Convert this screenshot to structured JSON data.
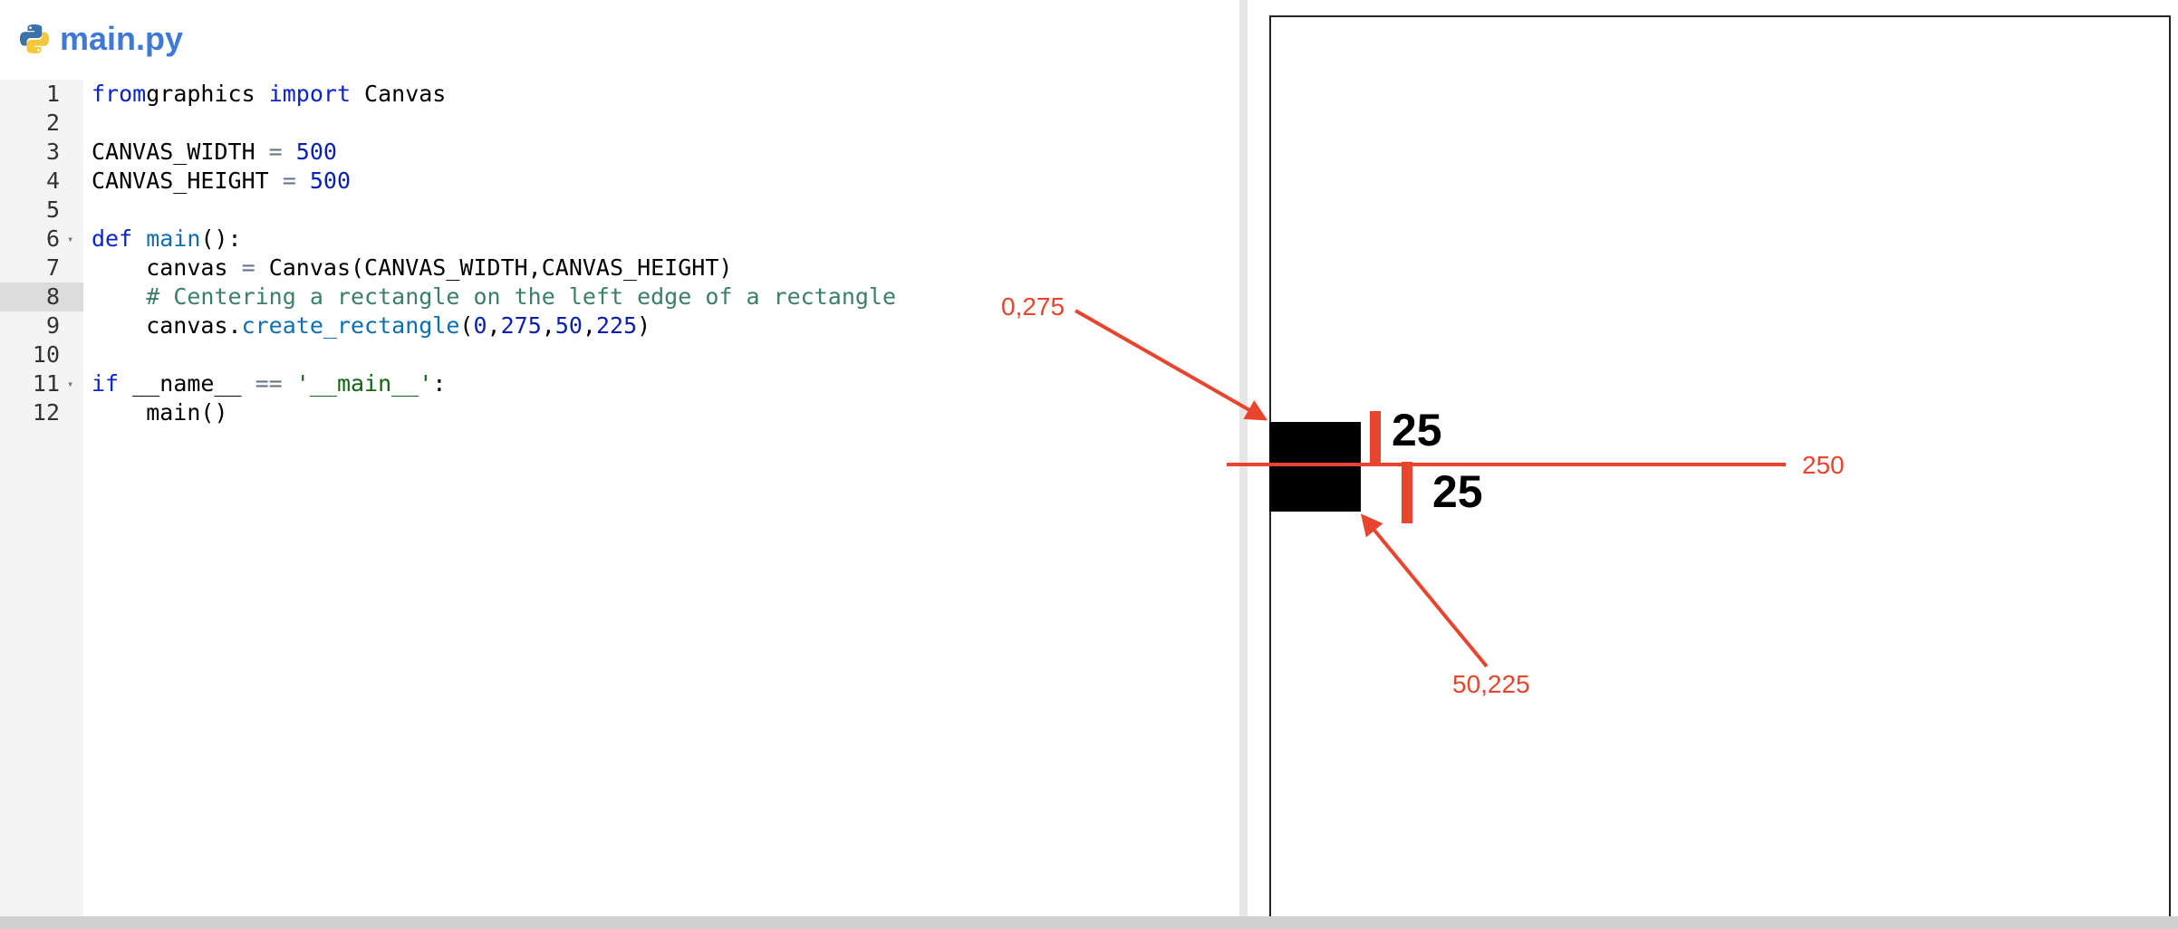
{
  "file_title": "main.py",
  "icons": {
    "file_icon": "python-logo"
  },
  "code_lines": [
    {
      "number": "1",
      "fold": "",
      "active": false,
      "tokens": [
        [
          "kw",
          "from"
        ],
        [
          "",
          "graphics "
        ],
        [
          "kw",
          "import"
        ],
        [
          "",
          " Canvas"
        ]
      ]
    },
    {
      "number": "2",
      "fold": "",
      "active": false,
      "tokens": []
    },
    {
      "number": "3",
      "fold": "",
      "active": false,
      "tokens": [
        [
          "",
          "CANVAS_WIDTH "
        ],
        [
          "op",
          "="
        ],
        [
          "",
          " "
        ],
        [
          "num",
          "500"
        ]
      ]
    },
    {
      "number": "4",
      "fold": "",
      "active": false,
      "tokens": [
        [
          "",
          "CANVAS_HEIGHT "
        ],
        [
          "op",
          "="
        ],
        [
          "",
          " "
        ],
        [
          "num",
          "500"
        ]
      ]
    },
    {
      "number": "5",
      "fold": "",
      "active": false,
      "tokens": []
    },
    {
      "number": "6",
      "fold": "▾",
      "active": false,
      "tokens": [
        [
          "kw",
          "def"
        ],
        [
          "",
          " "
        ],
        [
          "fn",
          "main"
        ],
        [
          "",
          "():"
        ]
      ]
    },
    {
      "number": "7",
      "fold": "",
      "active": false,
      "tokens": [
        [
          "",
          "    canvas "
        ],
        [
          "op",
          "="
        ],
        [
          "",
          " Canvas(CANVAS_WIDTH,CANVAS_HEIGHT)"
        ]
      ]
    },
    {
      "number": "8",
      "fold": "",
      "active": true,
      "tokens": [
        [
          "",
          "    "
        ],
        [
          "cmt",
          "# Centering a rectangle on the left edge of a rectangle"
        ]
      ]
    },
    {
      "number": "9",
      "fold": "",
      "active": false,
      "tokens": [
        [
          "",
          "    canvas."
        ],
        [
          "fn",
          "create_rectangle"
        ],
        [
          "",
          "("
        ],
        [
          "num",
          "0"
        ],
        [
          "",
          ","
        ],
        [
          "num",
          "275"
        ],
        [
          "",
          ","
        ],
        [
          "num",
          "50"
        ],
        [
          "",
          ","
        ],
        [
          "num",
          "225"
        ],
        [
          "",
          ")"
        ]
      ]
    },
    {
      "number": "10",
      "fold": "",
      "active": false,
      "tokens": []
    },
    {
      "number": "11",
      "fold": "▾",
      "active": false,
      "tokens": [
        [
          "kw",
          "if"
        ],
        [
          "",
          " __name__ "
        ],
        [
          "op",
          "=="
        ],
        [
          "",
          " "
        ],
        [
          "str",
          "'__main__'"
        ],
        [
          "",
          ":"
        ]
      ]
    },
    {
      "number": "12",
      "fold": "",
      "active": false,
      "tokens": [
        [
          "",
          "    main()"
        ]
      ]
    }
  ],
  "canvas_annotations": {
    "corner_top_label": "0,275",
    "corner_bottom_label": "50,225",
    "center_line_label": "250",
    "upper_half_label": "25",
    "lower_half_label": "25",
    "annotation_color": "#e8442e",
    "rectangle_color": "#000000"
  }
}
